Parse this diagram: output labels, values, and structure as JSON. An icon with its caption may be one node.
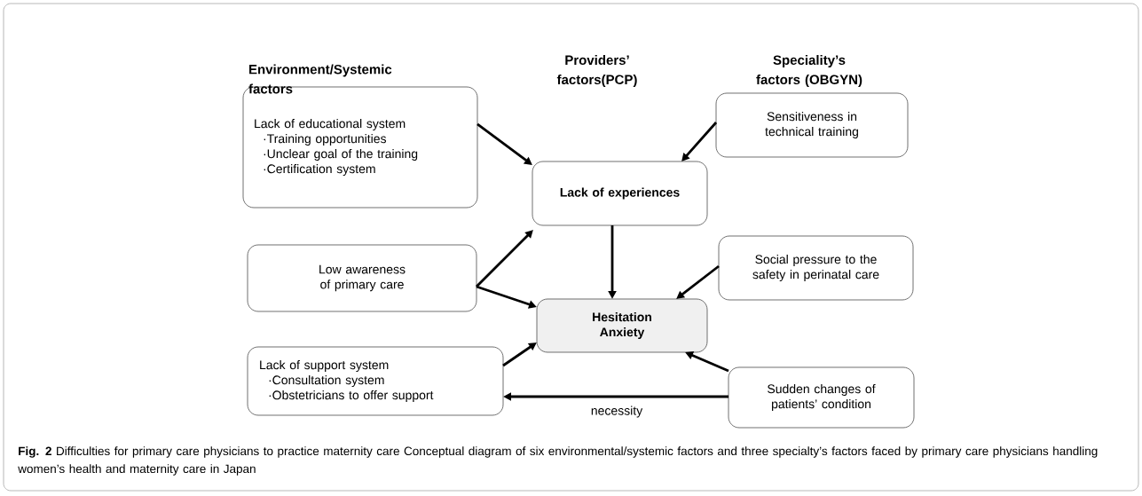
{
  "diagram": {
    "caption": "**Fig. 2** Difficulties for primary care physicians to practice maternity care Conceptual diagram of six environmental/systemic factors and three specialty’s factors faced by primary care physicians handling women’s health and maternity care in Japan",
    "nodes": [
      {
        "text": [
          "Lack of educational system",
          "·Training opportunities",
          "·Unclear goal of the training",
          "·Certification system"
        ]
      },
      {
        "text": [
          "Sensitiveness in technical training"
        ]
      },
      {
        "text": [
          "Lack of experiences"
        ]
      },
      {
        "text": [
          "Low awareness of primary care"
        ]
      },
      {
        "text": [
          "Social pressure to the safety in perinatal care"
        ]
      },
      {
        "text": [
          "Hesitation Anxiety"
        ]
      },
      {
        "text": [
          "Lack of  support system",
          "·Consultation system",
          "·Obstetricians to offer support"
        ]
      },
      {
        "text": [
          "Sudden changes of patients’ condition"
        ]
      }
    ],
    "edges": [
      {
        "from": 0,
        "to": 2,
        "arrow": "to"
      },
      {
        "from": 1,
        "to": 2,
        "arrow": "to"
      },
      {
        "from": 3,
        "to": 2,
        "arrow": "to"
      },
      {
        "from": 3,
        "to": 5,
        "arrow": "to"
      },
      {
        "from": 2,
        "to": 5,
        "arrow": "to"
      },
      {
        "from": 4,
        "to": 5,
        "arrow": "to"
      },
      {
        "from": 6,
        "to": 5,
        "arrow": "to"
      },
      {
        "from": 7,
        "to": 5,
        "arrow": "to"
      },
      {
        "from": 7,
        "to": 6,
        "arrow": "to",
        "label": "necessity"
      }
    ],
    "labels": [
      "Environment/Systemic factors",
      "Providers’ factors(PCP)",
      "Speciality’s factors (OBGYN)"
    ]
  }
}
